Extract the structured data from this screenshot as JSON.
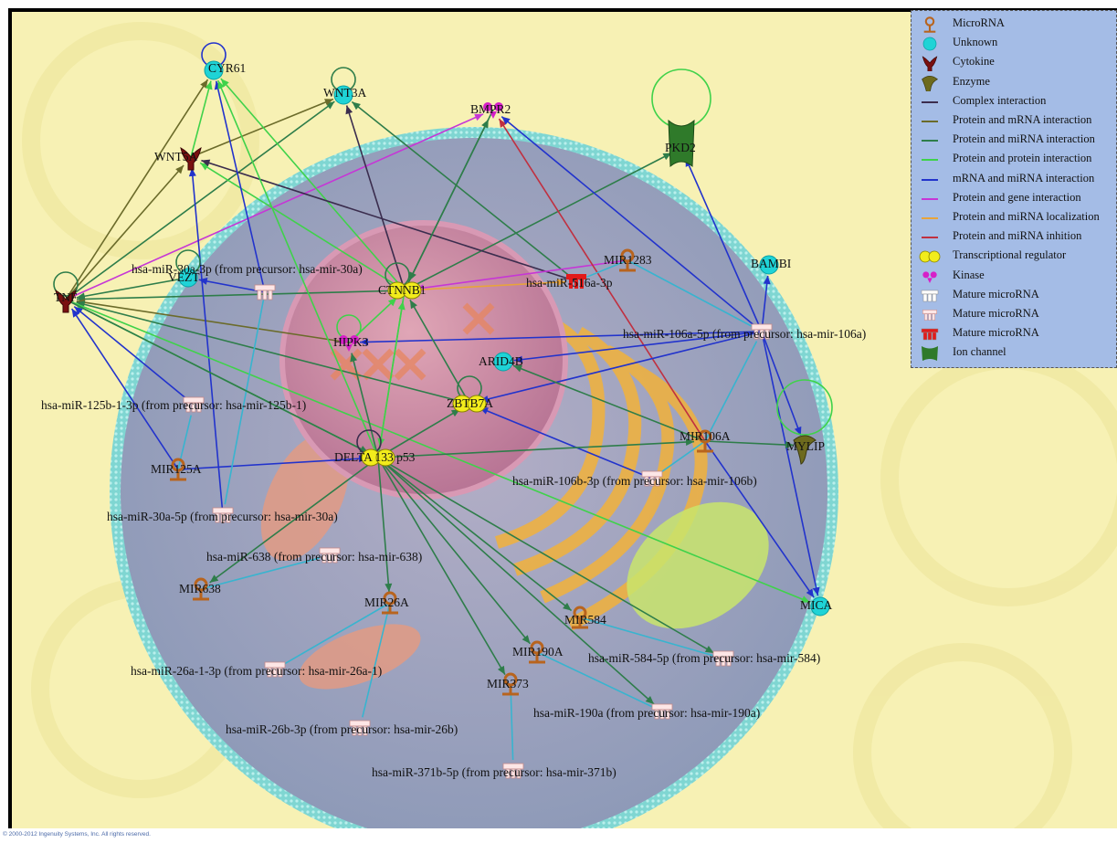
{
  "copyright": "© 2000-2012 Ingenuity Systems, Inc. All rights reserved.",
  "colors": {
    "background": "#f7f1b4",
    "cell": "#9aa8c4",
    "membrane": "#7fd6d2",
    "nucleus": "#c8879c",
    "legend_bg": "#a4bce6",
    "complex": "#3b2d4e",
    "protein_mrna": "#6b6b2a",
    "protein_mirna": "#2e7d4a",
    "protein_protein": "#3fd24a",
    "mrna_mirna": "#2233cc",
    "protein_gene": "#c636d6",
    "protein_mirna_loc": "#e8a43a",
    "protein_mirna_inh": "#c03040",
    "mirna_link": "#38b4cf"
  },
  "legend": [
    {
      "icon": "microrna-icon",
      "label": "MicroRNA"
    },
    {
      "icon": "unknown-icon",
      "label": "Unknown"
    },
    {
      "icon": "cytokine-icon",
      "label": "Cytokine"
    },
    {
      "icon": "enzyme-icon",
      "label": "Enzyme"
    },
    {
      "icon": "complex-interaction-line-icon",
      "label": "Complex interaction"
    },
    {
      "icon": "protein-mrna-line-icon",
      "label": "Protein and mRNA interaction"
    },
    {
      "icon": "protein-mirna-line-icon",
      "label": "Protein and miRNA interaction"
    },
    {
      "icon": "protein-protein-line-icon",
      "label": "Protein and protein interaction"
    },
    {
      "icon": "mrna-mirna-line-icon",
      "label": "mRNA and miRNA interaction"
    },
    {
      "icon": "protein-gene-line-icon",
      "label": "Protein and gene interaction"
    },
    {
      "icon": "protein-mirna-localization-line-icon",
      "label": "Protein and miRNA localization"
    },
    {
      "icon": "protein-mirna-inhibition-line-icon",
      "label": "Protein and miRNA inhition"
    },
    {
      "icon": "transcriptional-regulator-icon",
      "label": "Transcriptional regulator"
    },
    {
      "icon": "kinase-icon",
      "label": "Kinase"
    },
    {
      "icon": "mature-microrna-white-icon",
      "label": "Mature microRNA"
    },
    {
      "icon": "mature-microrna-pink-icon",
      "label": "Mature microRNA"
    },
    {
      "icon": "mature-microrna-red-icon",
      "label": "Mature microRNA"
    },
    {
      "icon": "ion-channel-icon",
      "label": "Ion channel"
    }
  ],
  "nodes": {
    "CYR61": {
      "label": "CYR61",
      "type": "Unknown"
    },
    "WNT3A": {
      "label": "WNT3A",
      "type": "Unknown"
    },
    "BMPR2": {
      "label": "BMPR2",
      "type": "Kinase"
    },
    "PKD2": {
      "label": "PKD2",
      "type": "Ion channel"
    },
    "WNT5A": {
      "label": "WNT5A",
      "type": "Cytokine"
    },
    "TNF": {
      "label": "TNF",
      "type": "Cytokine"
    },
    "VEZT": {
      "label": "VEZT",
      "type": "Unknown"
    },
    "CTNNB1": {
      "label": "CTNNB1",
      "type": "Transcriptional regulator"
    },
    "BAMBI": {
      "label": "BAMBI",
      "type": "Unknown"
    },
    "MIR1283": {
      "label": "MIR1283",
      "type": "MicroRNA"
    },
    "miR516a": {
      "label": "hsa-miR-516a-3p",
      "type": "Mature microRNA"
    },
    "miR30a3p": {
      "label": "hsa-miR-30a-3p (from precursor: hsa-mir-30a)",
      "type": "Mature microRNA"
    },
    "HIPK3": {
      "label": "HIPK3",
      "type": "Kinase"
    },
    "miR106a5p": {
      "label": "hsa-miR-106a-5p (from precursor: hsa-mir-106a)",
      "type": "Mature microRNA"
    },
    "ARID4B": {
      "label": "ARID4B",
      "type": "Unknown"
    },
    "ZBTB7A": {
      "label": "ZBTB7A",
      "type": "Transcriptional regulator"
    },
    "miR125b": {
      "label": "hsa-miR-125b-1-3p (from precursor: hsa-mir-125b-1)",
      "type": "Mature microRNA"
    },
    "MIR106A": {
      "label": "MIR106A",
      "type": "MicroRNA"
    },
    "MYLIP": {
      "label": "MYLIP",
      "type": "Enzyme"
    },
    "DELTA133p53": {
      "label": "DELTA 133 p53",
      "type": "Transcriptional regulator"
    },
    "MIR125A": {
      "label": "MIR125A",
      "type": "MicroRNA"
    },
    "miR106b3p": {
      "label": "hsa-miR-106b-3p (from precursor: hsa-mir-106b)",
      "type": "Mature microRNA"
    },
    "miR30a5p": {
      "label": "hsa-miR-30a-5p (from precursor: hsa-mir-30a)",
      "type": "Mature microRNA"
    },
    "miR638": {
      "label": "hsa-miR-638 (from precursor: hsa-mir-638)",
      "type": "Mature microRNA"
    },
    "MIR638": {
      "label": "MIR638",
      "type": "MicroRNA"
    },
    "MIR26A": {
      "label": "MIR26A",
      "type": "MicroRNA"
    },
    "MICA": {
      "label": "MICA",
      "type": "Unknown"
    },
    "MIR584": {
      "label": "MIR584",
      "type": "MicroRNA"
    },
    "miR26a1": {
      "label": "hsa-miR-26a-1-3p (from precursor: hsa-mir-26a-1)",
      "type": "Mature microRNA"
    },
    "MIR190A": {
      "label": "MIR190A",
      "type": "MicroRNA"
    },
    "miR584": {
      "label": "hsa-miR-584-5p (from precursor: hsa-mir-584)",
      "type": "Mature microRNA"
    },
    "MIR373": {
      "label": "MIR373",
      "type": "MicroRNA"
    },
    "miR190a": {
      "label": "hsa-miR-190a (from precursor: hsa-mir-190a)",
      "type": "Mature microRNA"
    },
    "miR26b": {
      "label": "hsa-miR-26b-3p (from precursor: hsa-mir-26b)",
      "type": "Mature microRNA"
    },
    "miR371b": {
      "label": "hsa-miR-371b-5p (from precursor: hsa-mir-371b)",
      "type": "Mature microRNA"
    }
  },
  "edges": [
    {
      "from": "TNF",
      "to": "CYR61",
      "kind": "protein_mrna"
    },
    {
      "from": "TNF",
      "to": "WNT3A",
      "kind": "protein_mirna"
    },
    {
      "from": "TNF",
      "to": "WNT5A",
      "kind": "protein_mrna"
    },
    {
      "from": "WNT5A",
      "to": "WNT3A",
      "kind": "protein_mrna"
    },
    {
      "from": "WNT5A",
      "to": "CYR61",
      "kind": "protein_protein"
    },
    {
      "from": "TNF",
      "to": "BMPR2",
      "kind": "protein_gene"
    },
    {
      "from": "VEZT",
      "to": "TNF",
      "kind": "protein_mirna"
    },
    {
      "from": "CTNNB1",
      "to": "TNF",
      "kind": "protein_mirna"
    },
    {
      "from": "HIPK3",
      "to": "TNF",
      "kind": "protein_mrna"
    },
    {
      "from": "DELTA133p53",
      "to": "TNF",
      "kind": "protein_protein"
    },
    {
      "from": "ZBTB7A",
      "to": "TNF",
      "kind": "protein_mirna"
    },
    {
      "from": "MIR125A",
      "to": "TNF",
      "kind": "mrna_mirna"
    },
    {
      "from": "CTNNB1",
      "to": "CYR61",
      "kind": "protein_protein"
    },
    {
      "from": "CTNNB1",
      "to": "WNT3A",
      "kind": "complex"
    },
    {
      "from": "CTNNB1",
      "to": "WNT5A",
      "kind": "protein_protein"
    },
    {
      "from": "CTNNB1",
      "to": "BMPR2",
      "kind": "protein_mirna"
    },
    {
      "from": "CTNNB1",
      "to": "PKD2",
      "kind": "protein_mirna"
    },
    {
      "from": "miR516a",
      "to": "WNT3A",
      "kind": "protein_mirna"
    },
    {
      "from": "miR516a",
      "to": "WNT5A",
      "kind": "complex"
    },
    {
      "from": "miR30a3p",
      "to": "CYR61",
      "kind": "mrna_mirna"
    },
    {
      "from": "miR30a3p",
      "to": "VEZT",
      "kind": "mrna_mirna"
    },
    {
      "from": "miR30a5p",
      "to": "WNT5A",
      "kind": "mrna_mirna"
    },
    {
      "from": "MIR1283",
      "to": "CTNNB1",
      "kind": "protein_gene"
    },
    {
      "from": "MIR106A",
      "to": "BMPR2",
      "kind": "protein_mirna_inh"
    },
    {
      "from": "miR106a5p",
      "to": "BMPR2",
      "kind": "mrna_mirna"
    },
    {
      "from": "miR106a5p",
      "to": "PKD2",
      "kind": "mrna_mirna"
    },
    {
      "from": "miR106a5p",
      "to": "BAMBI",
      "kind": "mrna_mirna"
    },
    {
      "from": "miR106a5p",
      "to": "HIPK3",
      "kind": "mrna_mirna"
    },
    {
      "from": "miR106a5p",
      "to": "ARID4B",
      "kind": "mrna_mirna"
    },
    {
      "from": "miR106a5p",
      "to": "ZBTB7A",
      "kind": "mrna_mirna"
    },
    {
      "from": "miR106a5p",
      "to": "MYLIP",
      "kind": "mrna_mirna"
    },
    {
      "from": "miR106a5p",
      "to": "MICA",
      "kind": "mrna_mirna"
    },
    {
      "from": "miR106b3p",
      "to": "ZBTB7A",
      "kind": "mrna_mirna"
    },
    {
      "from": "MIR106A",
      "to": "MICA",
      "kind": "mrna_mirna"
    },
    {
      "from": "MIR106A",
      "to": "ARID4B",
      "kind": "protein_mirna"
    },
    {
      "from": "MIR106A",
      "to": "MYLIP",
      "kind": "protein_mirna"
    },
    {
      "from": "TNF",
      "to": "MICA",
      "kind": "protein_protein"
    },
    {
      "from": "DELTA133p53",
      "to": "CTNNB1",
      "kind": "protein_protein"
    },
    {
      "from": "DELTA133p53",
      "to": "HIPK3",
      "kind": "protein_mirna"
    },
    {
      "from": "DELTA133p53",
      "to": "ZBTB7A",
      "kind": "protein_mirna"
    },
    {
      "from": "DELTA133p53",
      "to": "CYR61",
      "kind": "protein_protein"
    },
    {
      "from": "DELTA133p53",
      "to": "MIR638",
      "kind": "protein_mirna"
    },
    {
      "from": "DELTA133p53",
      "to": "MIR26A",
      "kind": "protein_mirna"
    },
    {
      "from": "DELTA133p53",
      "to": "MIR190A",
      "kind": "protein_mirna"
    },
    {
      "from": "DELTA133p53",
      "to": "MIR373",
      "kind": "protein_mirna"
    },
    {
      "from": "DELTA133p53",
      "to": "MIR584",
      "kind": "protein_mirna"
    },
    {
      "from": "DELTA133p53",
      "to": "miR584",
      "kind": "protein_mirna"
    },
    {
      "from": "DELTA133p53",
      "to": "miR190a",
      "kind": "protein_mirna"
    },
    {
      "from": "DELTA133p53",
      "to": "MIR106A",
      "kind": "protein_mirna"
    },
    {
      "from": "MIR125A",
      "to": "DELTA133p53",
      "kind": "mrna_mirna"
    },
    {
      "from": "MIR638",
      "to": "miR638",
      "kind": "mirna_link"
    },
    {
      "from": "MIR26A",
      "to": "miR26a1",
      "kind": "mirna_link"
    },
    {
      "from": "MIR26A",
      "to": "miR26b",
      "kind": "mirna_link"
    },
    {
      "from": "MIR584",
      "to": "miR584",
      "kind": "mirna_link"
    },
    {
      "from": "MIR190A",
      "to": "miR190a",
      "kind": "mirna_link"
    },
    {
      "from": "MIR373",
      "to": "miR371b",
      "kind": "mirna_link"
    },
    {
      "from": "MIR125A",
      "to": "miR125b",
      "kind": "mirna_link"
    },
    {
      "from": "MIR106A",
      "to": "miR106b3p",
      "kind": "mirna_link"
    },
    {
      "from": "MIR106A",
      "to": "miR106a5p",
      "kind": "mirna_link"
    },
    {
      "from": "MIR1283",
      "to": "miR516a",
      "kind": "mirna_link"
    },
    {
      "from": "MIR1283",
      "to": "miR106a5p",
      "kind": "mirna_link"
    },
    {
      "from": "miR30a3p",
      "to": "miR30a5p",
      "kind": "mirna_link"
    },
    {
      "from": "CTNNB1",
      "to": "miR516a",
      "kind": "protein_mirna_loc"
    },
    {
      "from": "CTNNB1",
      "to": "DELTA133p53",
      "kind": "protein_protein"
    },
    {
      "from": "HIPK3",
      "to": "CTNNB1",
      "kind": "protein_protein"
    },
    {
      "from": "TNF",
      "to": "DELTA133p53",
      "kind": "protein_mirna"
    },
    {
      "from": "BMPR2",
      "to": "CTNNB1",
      "kind": "protein_mirna"
    },
    {
      "from": "ZBTB7A",
      "to": "CTNNB1",
      "kind": "protein_mirna"
    },
    {
      "from": "miR125b",
      "to": "TNF",
      "kind": "mrna_mirna"
    }
  ],
  "self_loops": [
    "CYR61",
    "WNT3A",
    "PKD2",
    "TNF",
    "VEZT",
    "CTNNB1",
    "HIPK3",
    "ZBTB7A",
    "MYLIP",
    "DELTA133p53"
  ]
}
